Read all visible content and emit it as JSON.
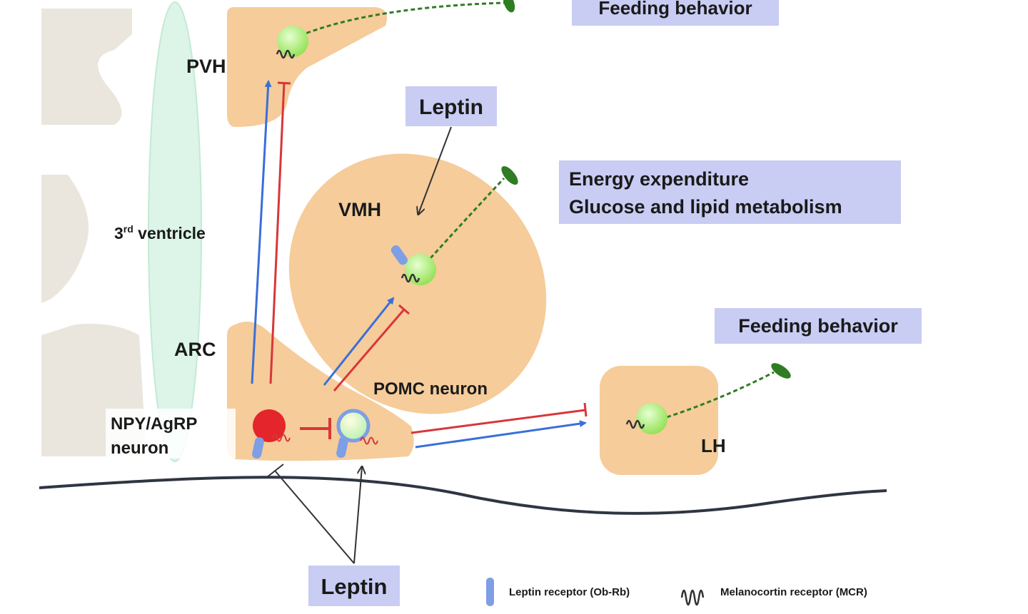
{
  "regions": {
    "pvh": "PVH",
    "vmh": "VMH",
    "arc": "ARC",
    "lh": "LH",
    "ventricle": "3",
    "ventricle_sup": "rd",
    "ventricle_rest": " ventricle"
  },
  "neurons": {
    "npy_line1": "NPY/AgRP",
    "npy_line2": "neuron",
    "pomc": "POMC neuron"
  },
  "outputs": {
    "pvh_feeding": "Feeding behavior",
    "vmh_line1": "Energy expenditure",
    "vmh_line2": "Glucose and lipid metabolism",
    "lh_feeding": "Feeding behavior"
  },
  "leptin": {
    "top": "Leptin",
    "bottom": "Leptin"
  },
  "legend": {
    "leptin_receptor": "Leptin receptor (Ob-Rb)",
    "melanocortin_receptor": "Melanocortin receptor (MCR)"
  },
  "colors": {
    "nucleus": "#f5cc9a",
    "label_box": "#c9ccf3",
    "ventricle": "#dcf5e8",
    "tissue": "#eae6dd",
    "stimulation": "#3a6fd8",
    "inhibition": "#d8363a",
    "npy_neuron": "#e4252b",
    "target_neuron": "#a8ee6c",
    "projection": "#2e7d22"
  }
}
